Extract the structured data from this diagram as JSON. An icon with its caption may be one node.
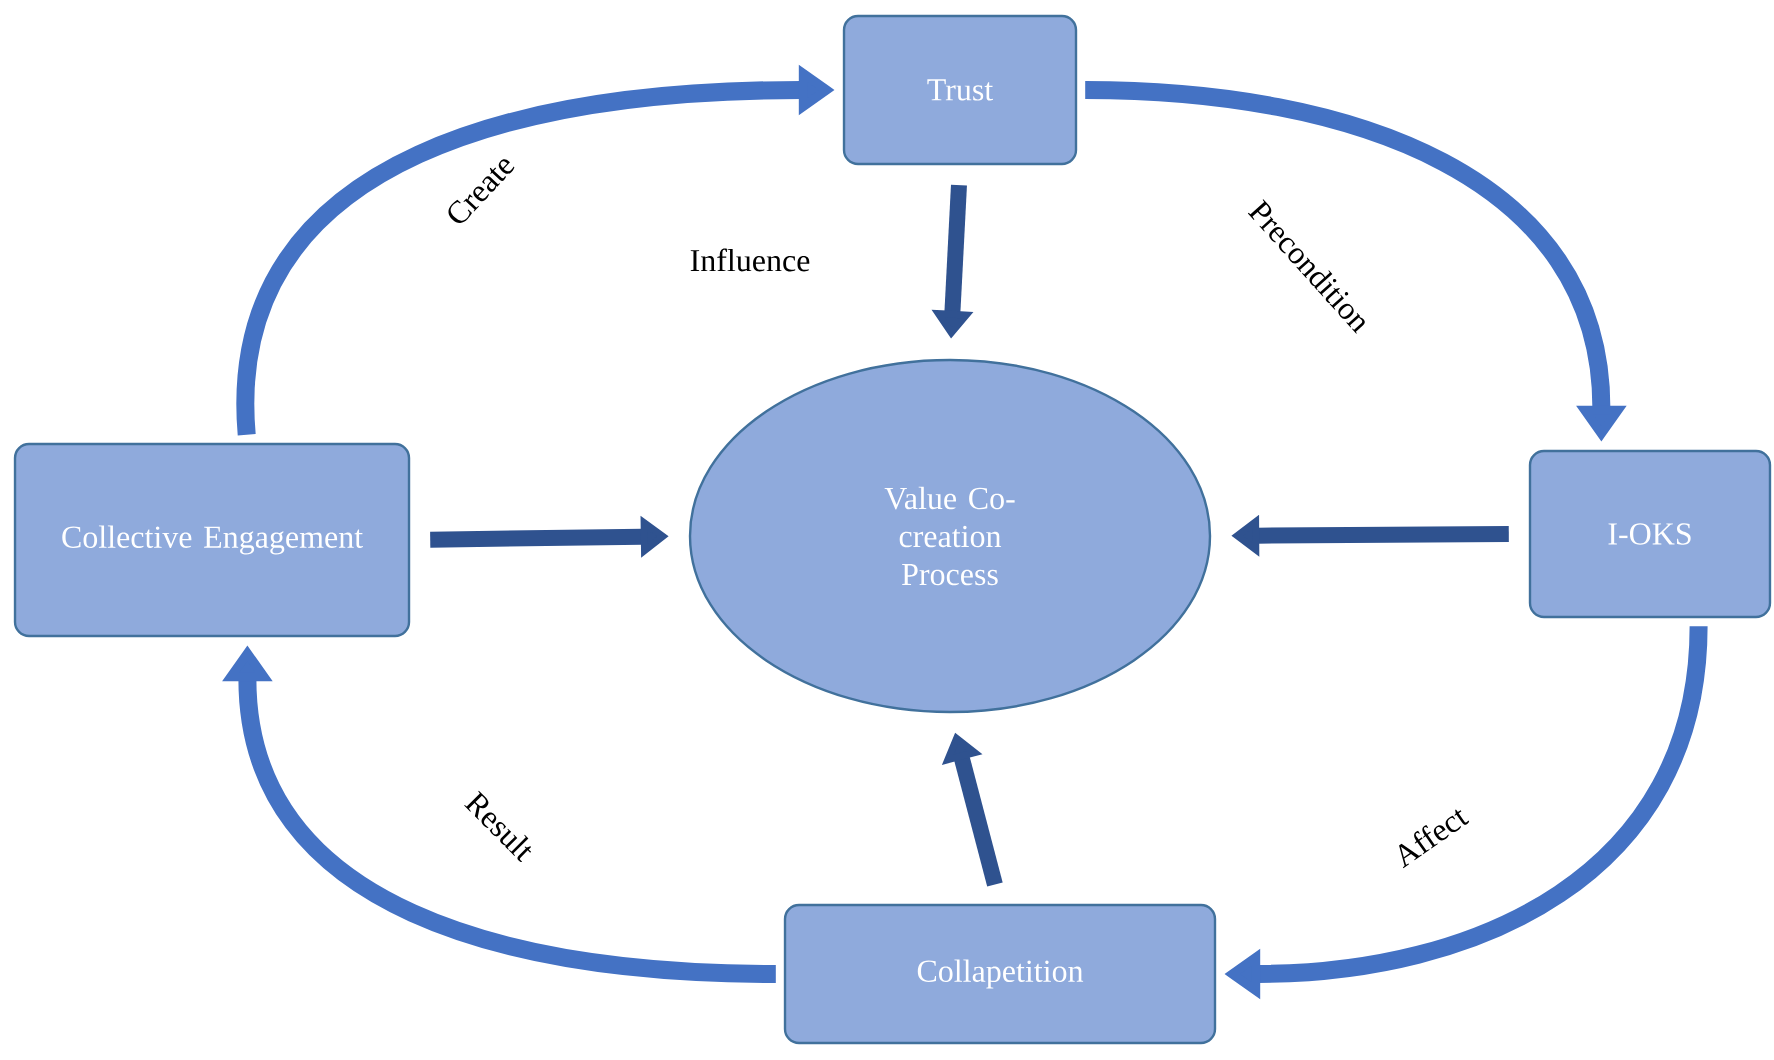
{
  "diagram": {
    "nodes": [
      {
        "text": [
          "Trust"
        ]
      },
      {
        "text": [
          "Collective Engagement"
        ]
      },
      {
        "text": [
          "Value Co-creation Process"
        ]
      },
      {
        "text": [
          "I-OKS"
        ]
      },
      {
        "text": [
          "Collapetition"
        ]
      }
    ],
    "edges": [
      {
        "from": 1,
        "to": 0,
        "arrow": "to",
        "label": "Create"
      },
      {
        "from": 0,
        "to": 3,
        "arrow": "to",
        "label": "Precondition"
      },
      {
        "from": 3,
        "to": 4,
        "arrow": "to",
        "label": "Affect"
      },
      {
        "from": 4,
        "to": 1,
        "arrow": "to",
        "label": "Result"
      },
      {
        "from": 0,
        "to": 2,
        "arrow": "to",
        "label": "Influence"
      },
      {
        "from": 1,
        "to": 2,
        "arrow": "to"
      },
      {
        "from": 3,
        "to": 2,
        "arrow": "to"
      },
      {
        "from": 4,
        "to": 2,
        "arrow": "to"
      }
    ]
  }
}
